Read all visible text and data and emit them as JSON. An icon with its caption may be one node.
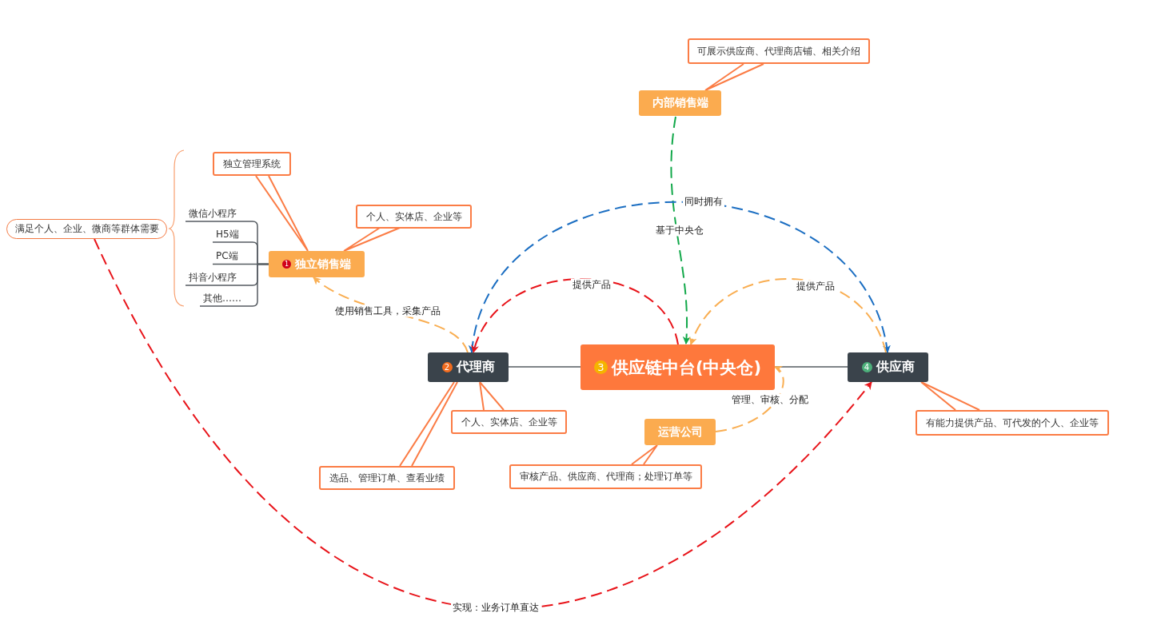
{
  "diagram": {
    "nodes": [
      {
        "text": [
          "可展示供应商、代理商店铺、相关介绍"
        ]
      },
      {
        "text": [
          "内部销售端"
        ]
      },
      {
        "text": [
          "独立管理系统"
        ]
      },
      {
        "text": [
          "个人、实体店、企业等"
        ]
      },
      {
        "text": [
          "满足个人、企业、微商等群体需要"
        ]
      },
      {
        "text": [
          "微信小程序"
        ]
      },
      {
        "text": [
          "H5端"
        ]
      },
      {
        "text": [
          "PC端"
        ]
      },
      {
        "text": [
          "抖音小程序"
        ]
      },
      {
        "text": [
          "其他……"
        ]
      },
      {
        "text": [
          "1",
          "独立销售端"
        ]
      },
      {
        "text": [
          "2",
          "代理商"
        ]
      },
      {
        "text": [
          "3",
          "供应链中台(中央仓)"
        ]
      },
      {
        "text": [
          "4",
          "供应商"
        ]
      },
      {
        "text": [
          "个人、实体店、企业等"
        ]
      },
      {
        "text": [
          "运营公司"
        ]
      },
      {
        "text": [
          "有能力提供产品、可代发的个人、企业等"
        ]
      },
      {
        "text": [
          "选品、管理订单、查看业绩"
        ]
      },
      {
        "text": [
          "审核产品、供应商、代理商；处理订单等"
        ]
      }
    ],
    "edges": [
      {
        "from": 0,
        "to": 1,
        "arrow": "none",
        "color": "#fb7c45"
      },
      {
        "from": 2,
        "to": 10,
        "arrow": "none",
        "color": "#fb7c45"
      },
      {
        "from": 3,
        "to": 10,
        "arrow": "none",
        "color": "#fb7c45"
      },
      {
        "from": 10,
        "to": 5,
        "arrow": "none",
        "color": "#555b61"
      },
      {
        "from": 10,
        "to": 6,
        "arrow": "none",
        "color": "#555b61"
      },
      {
        "from": 10,
        "to": 7,
        "arrow": "none",
        "color": "#555b61"
      },
      {
        "from": 10,
        "to": 8,
        "arrow": "none",
        "color": "#555b61"
      },
      {
        "from": 10,
        "to": 9,
        "arrow": "none",
        "color": "#555b61"
      },
      {
        "from": 1,
        "to": 12,
        "arrow": "to",
        "style": "dashed",
        "color": "#12a84a",
        "label": "基于中央仓"
      },
      {
        "from": 11,
        "to": 13,
        "arrow": "both",
        "style": "dashed",
        "color": "#1b6ec2",
        "label": "同时拥有"
      },
      {
        "from": 12,
        "to": 11,
        "arrow": "to",
        "style": "dashed",
        "color": "#e8141a",
        "label": "提供产品"
      },
      {
        "from": 13,
        "to": 12,
        "arrow": "to",
        "style": "dashed",
        "color": "#f9ae52",
        "label": "提供产品"
      },
      {
        "from": 11,
        "to": 10,
        "arrow": "to",
        "style": "dashed",
        "color": "#f9ae52",
        "label": "使用销售工具，采集产品"
      },
      {
        "from": 11,
        "to": 12,
        "arrow": "none",
        "color": "#555b61"
      },
      {
        "from": 13,
        "to": 12,
        "arrow": "none",
        "color": "#555b61"
      },
      {
        "from": 15,
        "to": 12,
        "arrow": "to",
        "style": "dashed",
        "color": "#f9ae52",
        "label": "管理、审核、分配"
      },
      {
        "from": 14,
        "to": 11,
        "arrow": "none",
        "color": "#fb7c45"
      },
      {
        "from": 17,
        "to": 11,
        "arrow": "none",
        "color": "#fb7c45"
      },
      {
        "from": 18,
        "to": 15,
        "arrow": "none",
        "color": "#fb7c45"
      },
      {
        "from": 16,
        "to": 13,
        "arrow": "none",
        "color": "#fb7c45"
      },
      {
        "from": 4,
        "to": 13,
        "arrow": "to",
        "style": "dashed",
        "color": "#e8141a",
        "label": "实现：业务订单直达"
      }
    ]
  }
}
